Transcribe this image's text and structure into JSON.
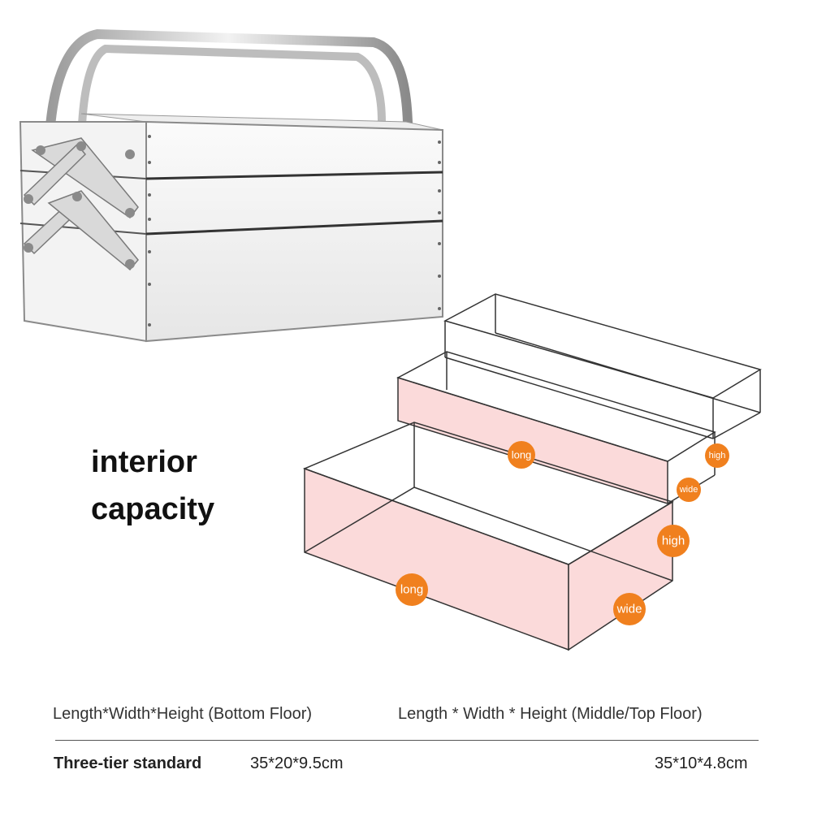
{
  "headline": {
    "line1": "interior",
    "line2": "capacity"
  },
  "diagram_labels": {
    "top_long": "long",
    "top_high": "high",
    "top_wide": "wide",
    "bottom_long": "long",
    "bottom_high": "high",
    "bottom_wide": "wide"
  },
  "specs": {
    "header_bottom": "Length*Width*Height (Bottom Floor)",
    "header_middle_top": "Length * Width * Height (Middle/Top Floor)",
    "row_label": "Three-tier standard",
    "bottom_value": "35*20*9.5cm",
    "middle_top_value": "35*10*4.8cm"
  },
  "colors": {
    "accent_orange": "#f0801e",
    "tray_pink": "#fbdada",
    "outline": "#333333"
  }
}
